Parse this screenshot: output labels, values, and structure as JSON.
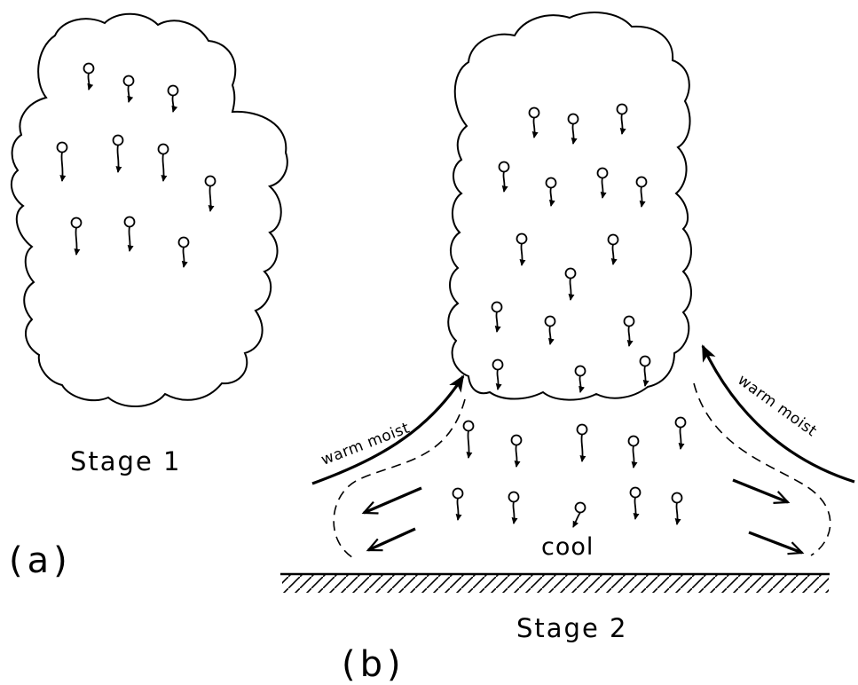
{
  "panel_a": {
    "label": "(a)",
    "stage": "Stage 1"
  },
  "panel_b": {
    "label": "(b)",
    "stage": "Stage 2",
    "inflow_left": "warm moist",
    "inflow_right": "warm moist",
    "outflow": "cool"
  },
  "colors": {
    "ink": "#000000",
    "paper": "#ffffff"
  },
  "icons": {
    "droplet": "falling-raindrop-icon",
    "ground": "hatched-ground-icon"
  }
}
